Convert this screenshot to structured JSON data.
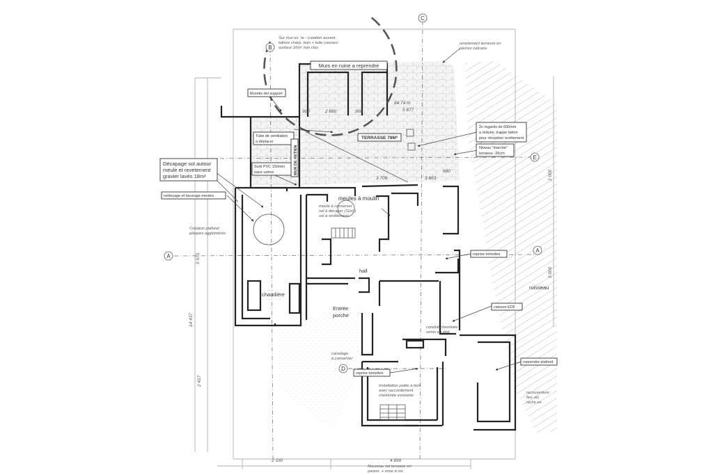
{
  "grid_axes": {
    "A_left": "A",
    "A_right": "A",
    "B_top": "B",
    "C_top": "C",
    "D": "D",
    "E": "E"
  },
  "labels": {
    "note_mur_ext_lines": [
      "Sur mur ex. re - creation auvent",
      "toiture charp. bois + tuile creuses",
      "surface 16m² non clos"
    ],
    "murs_ruine": "Murs en ruine a reprendre",
    "muret_support": "Muretis del support",
    "terrasse": "TERRASSE 79M²",
    "revetement_terrasse_lines": [
      "revetement terrasse en",
      "pierres calcaire"
    ],
    "regards_lines": [
      "2x regards de 600mm",
      "a réduire, trappe béton",
      "pour réception revêtement"
    ],
    "niveau_marche_lines": [
      "Niveau \"marche\"",
      "terrasse -20cm"
    ],
    "tube_ventilation_lines": [
      "Tube de ventilation",
      "a déplacer"
    ],
    "mur_retien": "MUR DE RETIEN",
    "sorti_pvc_lines": [
      "Sorti PVC 150mm",
      "eaux usées"
    ],
    "decapage_lines": [
      "Décapage sol autour",
      "meule et revetement",
      "gravier lavés 18m²"
    ],
    "nettoyage_meules": "nettoyage et lasurage meules",
    "meules_moulin": "meules à moulin",
    "meule_conserver_lines": [
      "meule à conserver",
      "sol à décaper (11m²)",
      "sol à revêtement"
    ],
    "creation_plafond_lines": [
      "Création plafond",
      "plaques agglomérés"
    ],
    "reprise_tomettes_right": "reprise tomettes",
    "hall": "hall",
    "ruisseau": "ruisseau",
    "chaudiere": "chaudière",
    "entree_porche_lines": [
      "Entrée",
      "porche"
    ],
    "caisson_edf": "caisson EDF",
    "conduit_cheminee_lines": [
      "conduit cheminée",
      "remis en état"
    ],
    "carrelage_lines": [
      "carrelage",
      "à conserver"
    ],
    "reprise_tomettes_bottom": "reprise tomettes",
    "reprendre_plafond": "reprendre plafond",
    "installation_poele_lines": [
      "Installation poêle à bois",
      "avec raccordement",
      "cheminée existante"
    ],
    "recouverture_lines": [
      "recouverture",
      "fen. du",
      "niche ex"
    ],
    "nouveau_sol_lines": [
      "Nouveau sol terrasse en",
      "parem. + mise à niv."
    ]
  },
  "dimensions": {
    "d_900a": "900",
    "d_2880": "2 880",
    "d_900b": "900",
    "d_6474": "64.74 m",
    "d_5877": "5 877",
    "d_3863": "3 863",
    "d_680": "680",
    "d_3706": "3 706",
    "d_b1": "2 330",
    "d_b2": "4 899",
    "d_left1": "5 575",
    "d_left2": "14 437",
    "d_left3": "2 417",
    "d_right1": "2 000",
    "d_right2": "5 000"
  },
  "colors": {
    "wall": "#222222",
    "hatch": "#888888",
    "leader": "#444444"
  }
}
